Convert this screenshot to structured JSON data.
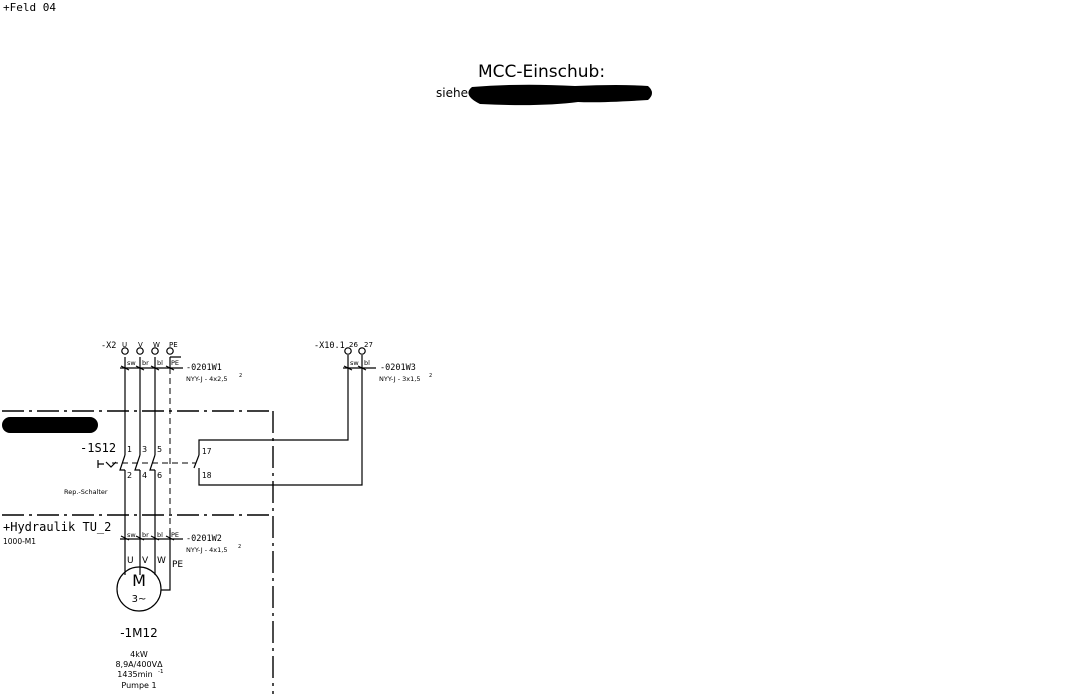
{
  "field_label": "+Feld 04",
  "header": {
    "title": "MCC-Einschub:",
    "see_prefix": "siehe"
  },
  "terminal_x2": {
    "name": "-X2",
    "pins": [
      "U",
      "V",
      "W",
      "PE"
    ]
  },
  "cable_w1": {
    "cores": [
      "sw",
      "br",
      "bl",
      "PE"
    ],
    "name": "-0201W1",
    "type": "NYY-J - 4x2,5",
    "exp": "2"
  },
  "terminal_x10": {
    "name": "-X10.1",
    "pins": [
      "26",
      "27"
    ]
  },
  "cable_w3": {
    "cores": [
      "sw",
      "bl"
    ],
    "name": "-0201W3",
    "type": "NYY-J - 3x1,5",
    "exp": "2"
  },
  "switch": {
    "name": "-1S12",
    "top_terminals": [
      "1",
      "3",
      "5"
    ],
    "bottom_terminals": [
      "2",
      "4",
      "6"
    ],
    "aux_top": "17",
    "aux_bottom": "18",
    "description": "Rep.-Schalter"
  },
  "location": {
    "name": "+Hydraulik TU_2",
    "sub": "1000-M1"
  },
  "cable_w2": {
    "cores": [
      "sw",
      "br",
      "bl",
      "PE"
    ],
    "name": "-0201W2",
    "type": "NYY-J - 4x1,5",
    "exp": "2"
  },
  "motor": {
    "terminals": [
      "U",
      "V",
      "W"
    ],
    "pe": "PE",
    "symbol": "M",
    "phase": "3~",
    "name": "-1M12",
    "power": "4kW",
    "rating": "8,9A/400VΔ",
    "speed": "1435min",
    "speed_exp": "-1",
    "description": "Pumpe 1"
  }
}
